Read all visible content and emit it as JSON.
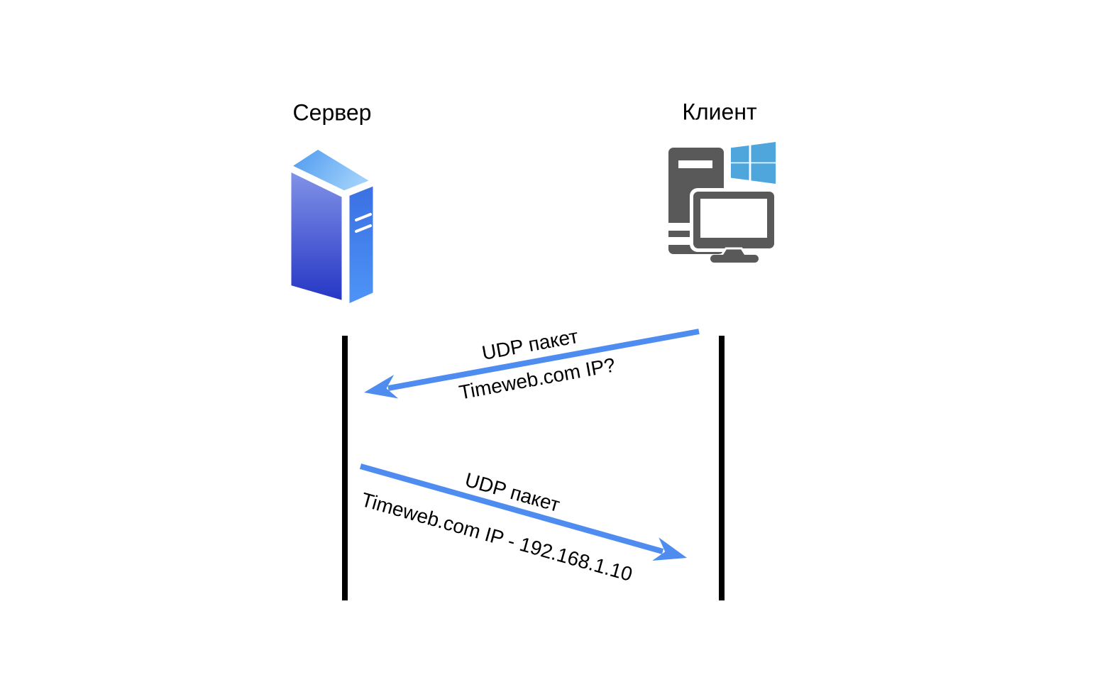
{
  "diagram": {
    "type": "sequence",
    "background": "#ffffff",
    "server": {
      "label": "Сервер",
      "icon": "server-tower-icon"
    },
    "client": {
      "label": "Клиент",
      "icon": "windows-pc-icon"
    },
    "messages": {
      "request": {
        "direction": "client-to-server",
        "protocol": "UDP пакет",
        "payload": "Timeweb.com IP?"
      },
      "response": {
        "direction": "server-to-client",
        "protocol": "UDP пакет",
        "payload": "Timeweb.com IP - 192.168.1.10"
      }
    },
    "colors": {
      "arrow_blue": "#4e8cf0",
      "lifeline_black": "#000000",
      "text_black": "#000000",
      "windows_flag_blue": "#4ea6dc",
      "pc_gray": "#595959",
      "server_front_top": "#8394e8",
      "server_front_bottom": "#2435c5",
      "server_top_light": "#9fd0fa",
      "server_side_bottom": "#4e95f7"
    }
  }
}
